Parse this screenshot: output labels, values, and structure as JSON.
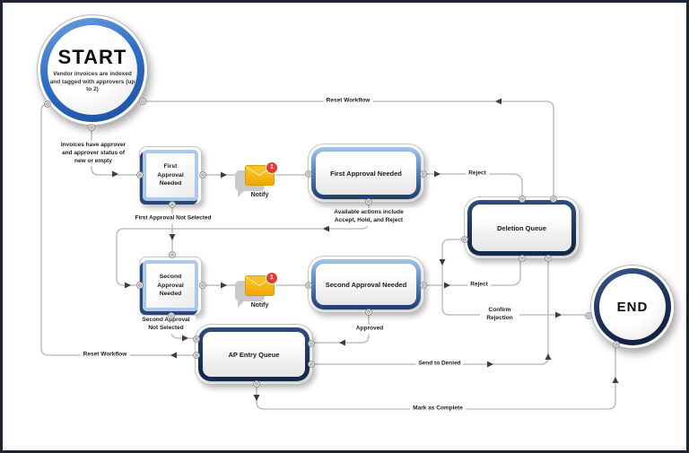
{
  "diagram": {
    "nodes": {
      "start": {
        "title": "START",
        "subtitle": "Vendor invoices are indexed and tagged with approvers (up to 2)"
      },
      "first_approval_task": {
        "label": "First Approval Needed"
      },
      "notify_first": {
        "label": "Notify",
        "badge": "1"
      },
      "first_approval_queue": {
        "label": "First Approval Needed"
      },
      "deletion_queue": {
        "label": "Deletion Queue"
      },
      "second_approval_task": {
        "label": "Second Approval Needed"
      },
      "notify_second": {
        "label": "Notify",
        "badge": "1"
      },
      "second_approval_queue": {
        "label": "Second Approval Needed"
      },
      "ap_entry_queue": {
        "label": "AP Entry Queue"
      },
      "end": {
        "title": "END"
      }
    },
    "edge_labels": {
      "reset_workflow_top": "Reset Workflow",
      "invoices_note": "Invoices have approver and approver status of new or empty",
      "first_not_selected": "First Approval Not Selected",
      "available_actions": "Available actions include Accept, Hold, and Reject",
      "reject_first": "Reject",
      "reject_second": "Reject",
      "second_not_selected": "Second Approval Not Selected",
      "approved": "Approved",
      "confirm_rejection": "Confirm Rejection",
      "send_to_denied": "Send to Denied",
      "reset_workflow_bottom": "Reset Workflow",
      "mark_as_complete": "Mark as Complete"
    },
    "colors": {
      "accent_blue": "#2f70c5",
      "navy": "#16294a",
      "light_blue_border": "#abc8ee",
      "connector": "#b5b5b5",
      "envelope_yellow": "#f5b612",
      "badge_red": "#e23b2e"
    }
  }
}
